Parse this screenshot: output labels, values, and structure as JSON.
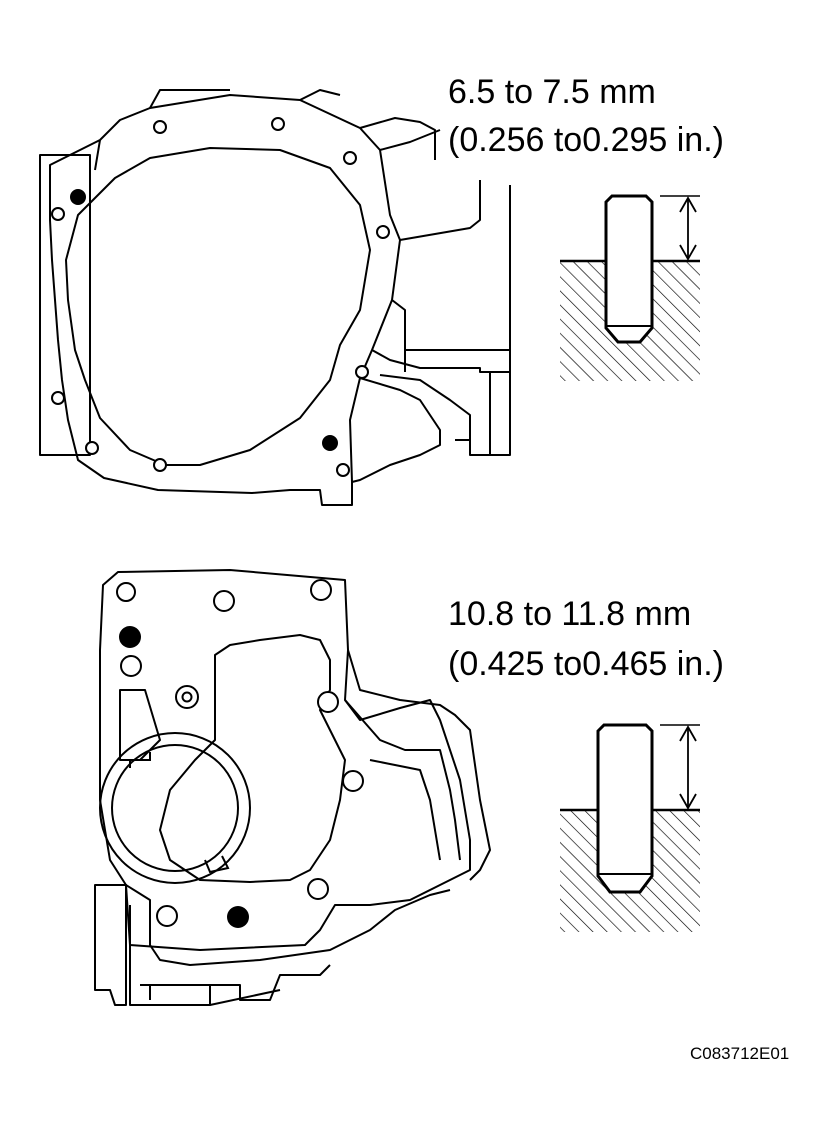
{
  "top_spec": {
    "metric": "6.5 to 7.5 mm",
    "imperial": "(0.256 to0.295 in.)"
  },
  "bottom_spec": {
    "metric": "10.8 to 11.8 mm",
    "imperial": "(0.425 to0.465 in.)"
  },
  "figure_code": "C083712E01",
  "colors": {
    "line": "#000000",
    "background": "#ffffff"
  }
}
